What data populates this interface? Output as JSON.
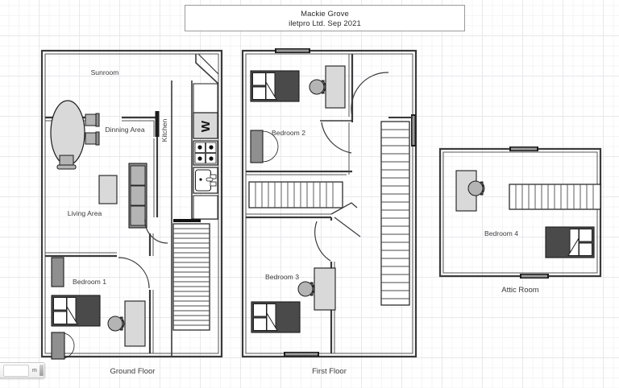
{
  "document": {
    "title_block": {
      "project_name": "Mackie Grove",
      "author_date": "iletpro Ltd. Sep 2021"
    }
  },
  "colors": {
    "wall": "#3a3a3a",
    "wall_inner": "#555555",
    "grid_minor": "#f4f4f6",
    "grid_major": "#e8e8ec",
    "bed_frame": "#4a4a4a",
    "furniture_light": "#d9d9d9",
    "furniture_mid": "#b4b4b4",
    "furniture_dark": "#8f8f8f",
    "paper": "#ffffff",
    "text": "#3a3a3a"
  },
  "scale_widget": {
    "value": "",
    "unit": "m"
  },
  "floors": [
    {
      "id": "ground-floor",
      "label": "Ground Floor",
      "rooms": [
        {
          "id": "sunroom",
          "label": "Sunroom"
        },
        {
          "id": "dinning-area",
          "label": "Dinning Area"
        },
        {
          "id": "kitchen",
          "label": "Kitchen",
          "orientation": "vertical"
        },
        {
          "id": "living-area",
          "label": "Living Area"
        },
        {
          "id": "bedroom-1",
          "label": "Bedroom 1"
        }
      ],
      "appliances": [
        {
          "id": "washing-machine",
          "label": "W"
        }
      ]
    },
    {
      "id": "first-floor",
      "label": "First Floor",
      "rooms": [
        {
          "id": "bedroom-2",
          "label": "Bedroom 2"
        },
        {
          "id": "bedroom-3",
          "label": "Bedroom 3"
        }
      ]
    },
    {
      "id": "attic-room",
      "label": "Attic Room",
      "rooms": [
        {
          "id": "bedroom-4",
          "label": "Bedroom 4"
        }
      ]
    }
  ]
}
